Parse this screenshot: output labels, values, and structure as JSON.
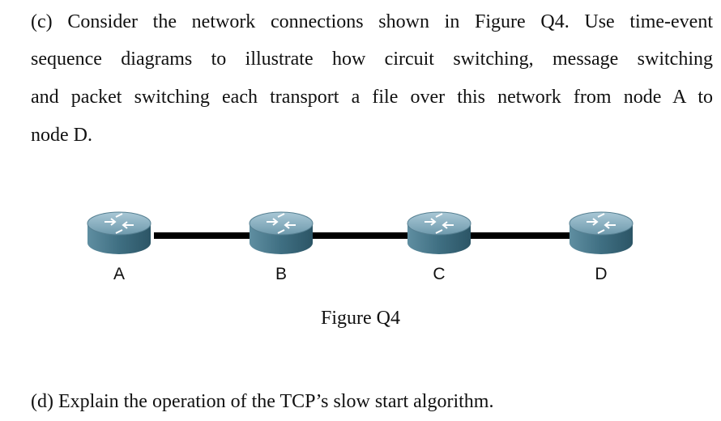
{
  "question_c": {
    "lines": [
      "(c) Consider the network connections shown in Figure Q4. Use time-event",
      "sequence diagrams to illustrate how circuit switching, message switching",
      "and packet switching each transport a file over this network from node A to",
      "node D."
    ]
  },
  "figure": {
    "nodes": [
      {
        "label": "A",
        "icon": "router-icon"
      },
      {
        "label": "B",
        "icon": "router-icon"
      },
      {
        "label": "C",
        "icon": "router-icon"
      },
      {
        "label": "D",
        "icon": "router-icon"
      }
    ],
    "caption": "Figure Q4",
    "colors": {
      "router_top": "#7fa9bb",
      "router_side": "#3f6f82",
      "link": "#000000"
    }
  },
  "question_d": {
    "text": "(d) Explain the operation of the TCP’s slow start algorithm."
  }
}
